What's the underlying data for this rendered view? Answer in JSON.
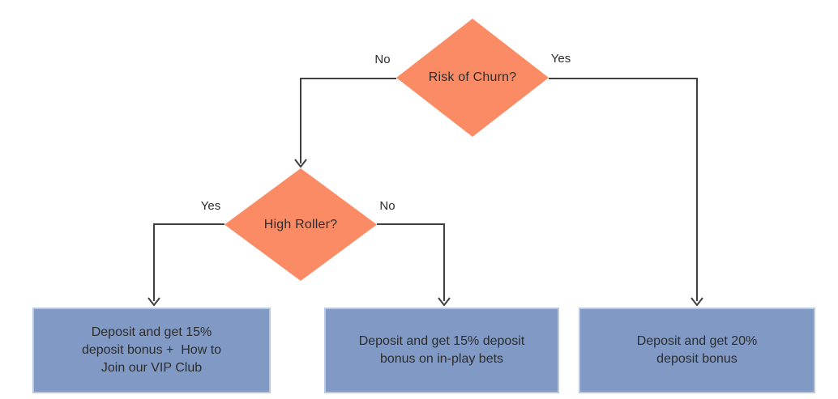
{
  "colors": {
    "background": "#ffffff",
    "decision_fill": "#fb8b65",
    "outcome_fill": "#8099c5",
    "connector": "#404040",
    "text": "#2d2d2d"
  },
  "nodes": {
    "risk_of_churn": {
      "label": "Risk of Churn?",
      "type": "decision"
    },
    "high_roller": {
      "label": "High Roller?",
      "type": "decision"
    },
    "outcome_vip": {
      "text": "Deposit and get 15% deposit bonus +  How to Join our VIP Club",
      "lines": [
        "Deposit and get 15%",
        "deposit bonus +  How to",
        "Join our VIP Club"
      ]
    },
    "outcome_inplay": {
      "text": "Deposit and get 15% deposit bonus on in-play bets",
      "lines": [
        "Deposit and get 15% deposit",
        "bonus on in-play bets"
      ]
    },
    "outcome_twenty": {
      "text": "Deposit and get 20% deposit bonus",
      "lines": [
        "Deposit and get 20%",
        "deposit bonus"
      ]
    }
  },
  "edges": {
    "risk_no": {
      "label": "No",
      "from": "Risk of Churn?",
      "to": "High Roller?"
    },
    "risk_yes": {
      "label": "Yes",
      "from": "Risk of Churn?",
      "to": "Deposit and get 20% deposit bonus"
    },
    "roller_yes": {
      "label": "Yes",
      "from": "High Roller?",
      "to": "Deposit and get 15% deposit bonus +  How to Join our VIP Club"
    },
    "roller_no": {
      "label": "No",
      "from": "High Roller?",
      "to": "Deposit and get 15% deposit bonus on in-play bets"
    }
  }
}
